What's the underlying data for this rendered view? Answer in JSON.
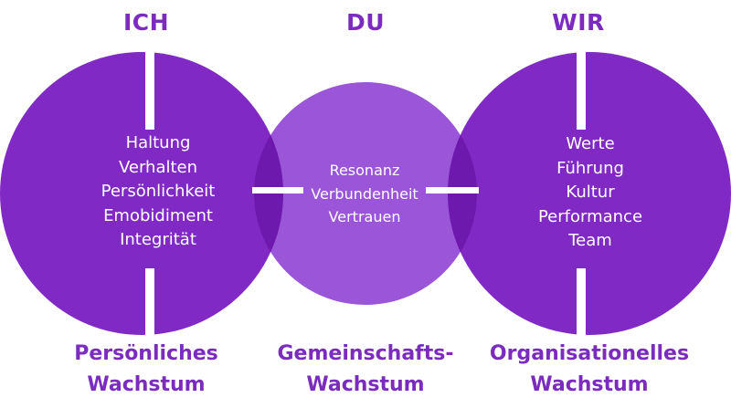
{
  "colors": {
    "primary": "#8129c4",
    "middle": "#9b55d8",
    "overlap": "#6d19ad",
    "text_accent": "#7b2cbf",
    "divider": "#ffffff"
  },
  "left": {
    "heading": "ICH",
    "items": [
      "Haltung",
      "Verhalten",
      "Persönlichkeit",
      "Emobidiment",
      "Integrität"
    ],
    "caption": [
      "Persönliches",
      "Wachstum"
    ]
  },
  "middle": {
    "heading": "DU",
    "items": [
      "Resonanz",
      "Verbundenheit",
      "Vertrauen"
    ],
    "caption": [
      "Gemeinschafts-",
      "Wachstum"
    ]
  },
  "right": {
    "heading": "WIR",
    "items": [
      "Werte",
      "Führung",
      "Kultur",
      "Performance",
      "Team"
    ],
    "caption": [
      "Organisationelles",
      "Wachstum"
    ]
  }
}
